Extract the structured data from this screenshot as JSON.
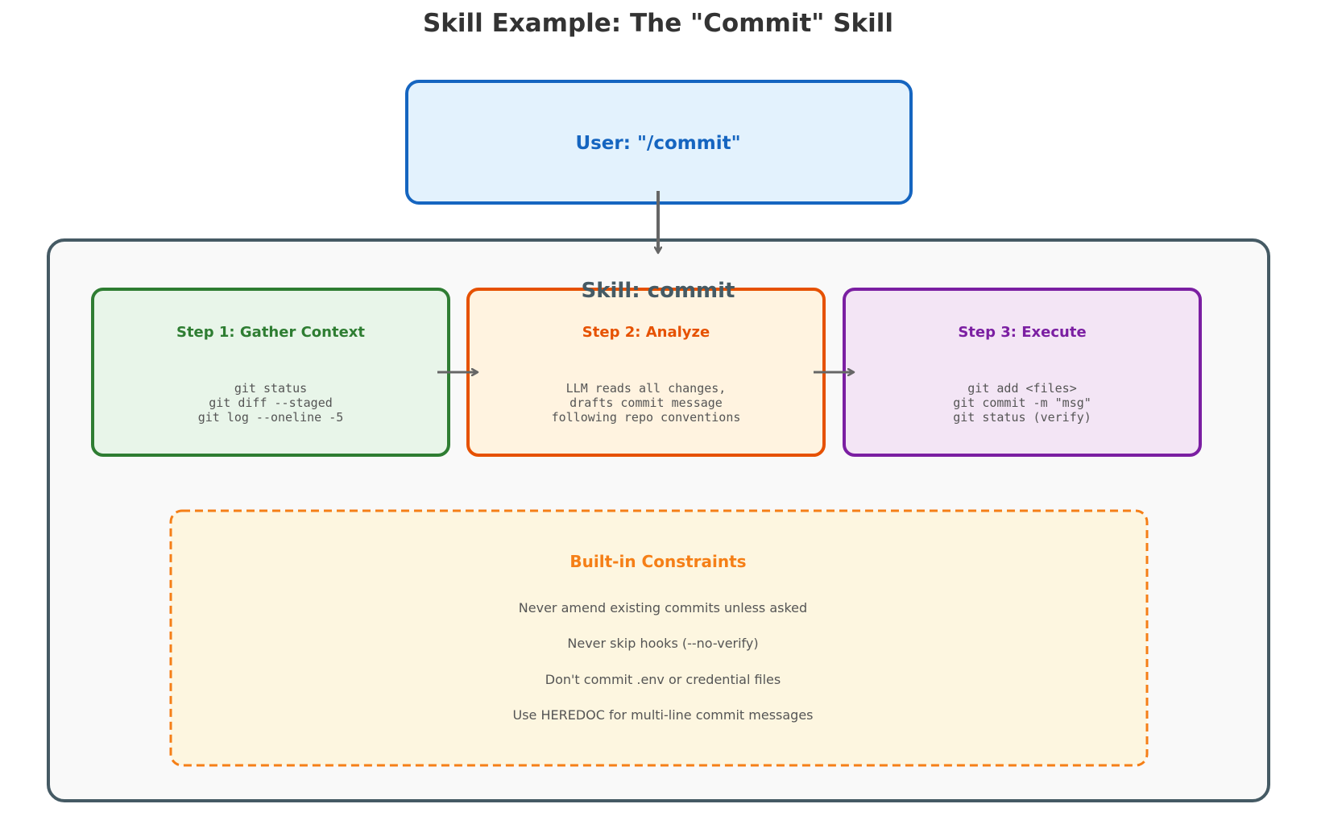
{
  "title": "Skill Example: The \"Commit\" Skill",
  "colors": {
    "user_border": "#1565c0",
    "user_fill": "#e3f2fd",
    "skill_border": "#455a64",
    "skill_fill": "#f9f9f9",
    "step1_border": "#2e7d32",
    "step1_fill": "#e8f5e9",
    "step2_border": "#e65100",
    "step2_fill": "#fff3e0",
    "step3_border": "#7b1fa2",
    "step3_fill": "#f3e5f5",
    "constraints_border": "#f57f17",
    "constraints_fill": "#fdf6e0",
    "arrow": "#666666",
    "body_text": "#555555",
    "title_text": "#333333"
  },
  "user_box": {
    "label": "User: \"/commit\""
  },
  "skill": {
    "label": "Skill: commit"
  },
  "steps": [
    {
      "title": "Step 1: Gather Context",
      "lines": [
        "git status",
        "git diff --staged",
        "git log --oneline -5"
      ]
    },
    {
      "title": "Step 2: Analyze",
      "lines": [
        "LLM reads all changes,",
        "drafts commit message",
        "following repo conventions"
      ]
    },
    {
      "title": "Step 3: Execute",
      "lines": [
        "git add <files>",
        "git commit -m \"msg\"",
        "git status (verify)"
      ]
    }
  ],
  "constraints": {
    "title": "Built-in Constraints",
    "items": [
      "Never amend existing commits unless asked",
      "Never skip hooks (--no-verify)",
      "Don't commit .env or credential files",
      "Use HEREDOC for multi-line commit messages"
    ]
  }
}
